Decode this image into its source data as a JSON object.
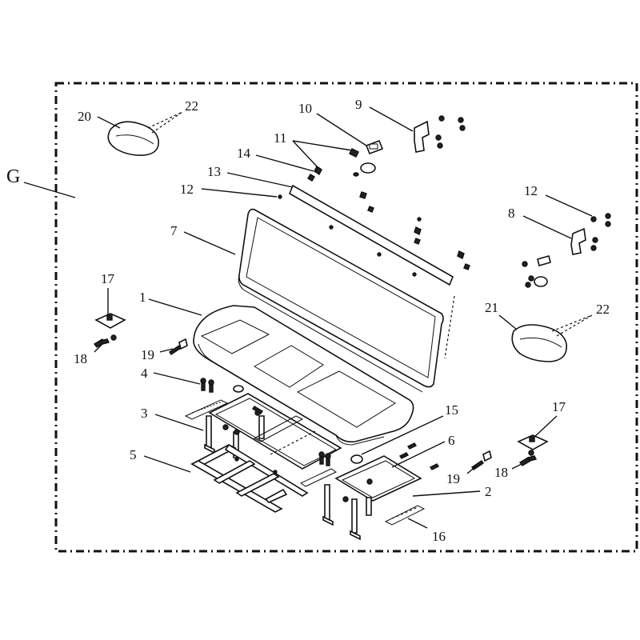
{
  "diagram": {
    "group_label": "G",
    "callouts": {
      "c1": "1",
      "c2": "2",
      "c3": "3",
      "c4": "4",
      "c5": "5",
      "c6": "6",
      "c7": "7",
      "c8": "8",
      "c9": "9",
      "c10": "10",
      "c11": "11",
      "c12a": "12",
      "c12b": "12",
      "c13": "13",
      "c14": "14",
      "c15": "15",
      "c16": "16",
      "c17a": "17",
      "c17b": "17",
      "c18a": "18",
      "c18b": "18",
      "c19a": "19",
      "c19b": "19",
      "c20": "20",
      "c21": "21",
      "c22a": "22",
      "c22b": "22"
    }
  }
}
